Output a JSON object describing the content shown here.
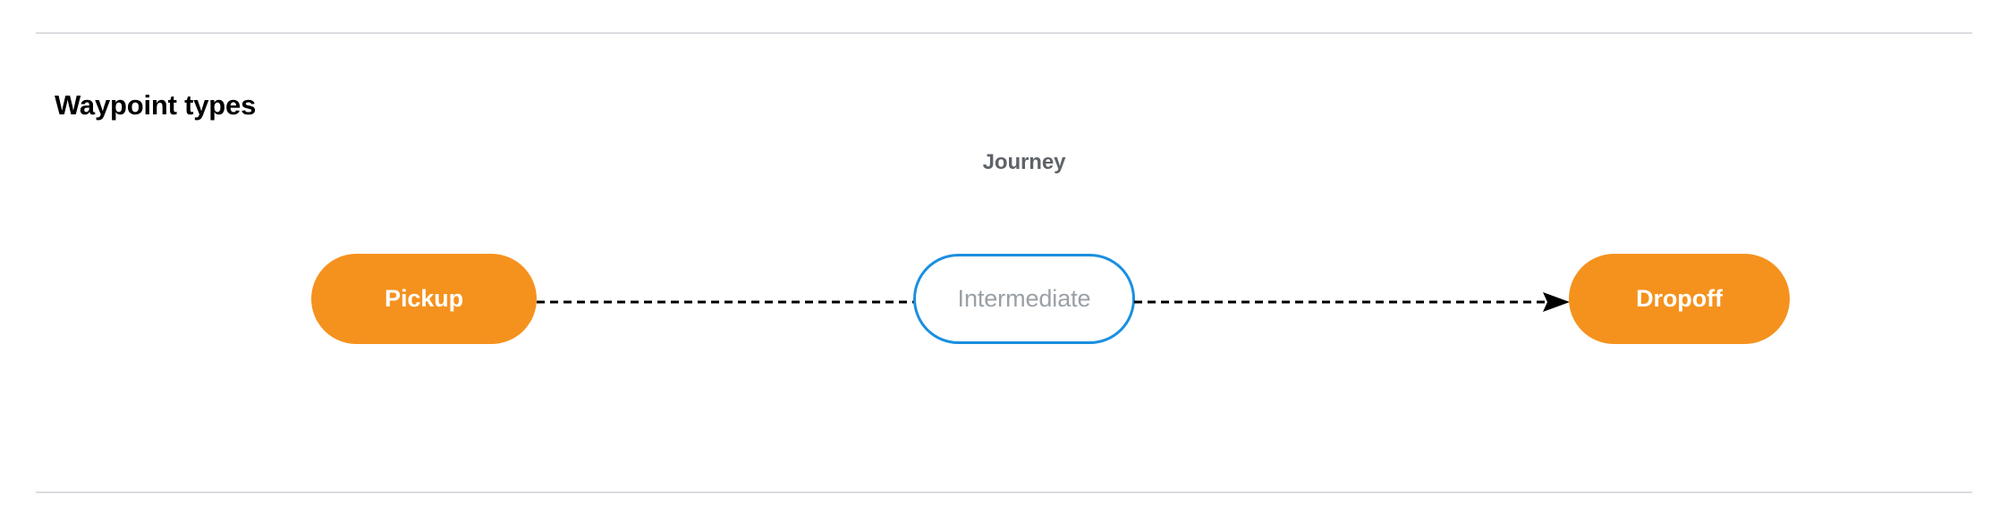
{
  "section": {
    "title": "Waypoint types"
  },
  "diagram": {
    "group_label": "Journey",
    "nodes": [
      {
        "id": "pickup",
        "label": "Pickup",
        "kind": "terminal"
      },
      {
        "id": "intermediate",
        "label": "Intermediate",
        "kind": "intermediate"
      },
      {
        "id": "dropoff",
        "label": "Dropoff",
        "kind": "terminal"
      }
    ],
    "edges": [
      {
        "from": "pickup",
        "to": "intermediate",
        "style": "dashed",
        "arrowhead": false
      },
      {
        "from": "intermediate",
        "to": "dropoff",
        "style": "dashed",
        "arrowhead": true
      }
    ]
  },
  "colors": {
    "terminal_fill": "#F5921E",
    "terminal_text": "#FFFFFF",
    "intermediate_stroke": "#1A8FE0",
    "intermediate_fill": "#FFFFFF",
    "intermediate_text": "#9AA0A6",
    "group_label_text": "#5F6368",
    "heading_text": "#000000",
    "rule": "#DADCE0",
    "connector": "#000000",
    "background": "#FFFFFF"
  }
}
